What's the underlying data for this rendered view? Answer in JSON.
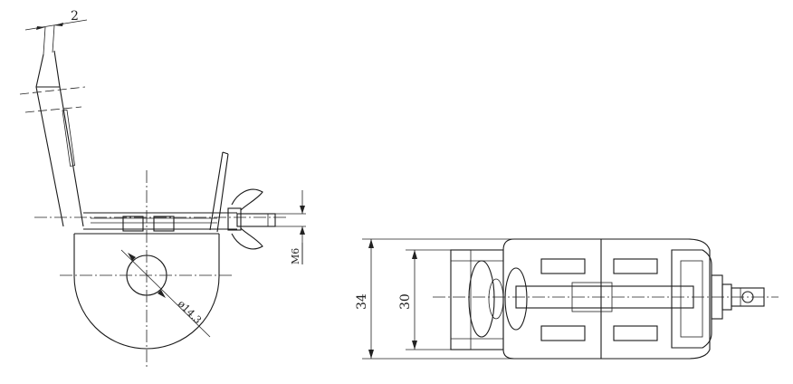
{
  "dimensions": {
    "plate_thickness": "2",
    "bolt_thread": "M6",
    "hole_diameter": "ø14.3",
    "outer_height": "34",
    "inner_height": "30"
  }
}
